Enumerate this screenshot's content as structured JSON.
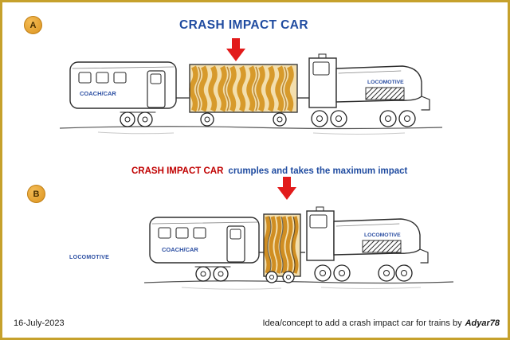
{
  "panel_a": {
    "badge_label": "A",
    "title": "CRASH IMPACT CAR",
    "coach_label": "COACH/CAR",
    "locomotive_label": "LOCOMOTIVE"
  },
  "panel_b": {
    "badge_label": "B",
    "heading_highlight": "CRASH IMPACT CAR",
    "heading_rest": "crumples and takes the maximum impact",
    "left_locomotive_label": "LOCOMOTIVE",
    "coach_label": "COACH/CAR",
    "locomotive_label": "LOCOMOTIVE"
  },
  "footer": {
    "date": "16-July-2023",
    "credit_prefix": "Idea/concept to add a crash impact car for trains by",
    "credit_author": "Adyar78"
  },
  "colors": {
    "frame_border": "#C6A12C",
    "badge_fill": "#DC9420",
    "title_blue": "#1F4BA0",
    "heading_red": "#C00000",
    "arrow_red": "#E21B1B",
    "impact_car_orange": "#D79A2B",
    "label_blue": "#2B4EA2"
  }
}
